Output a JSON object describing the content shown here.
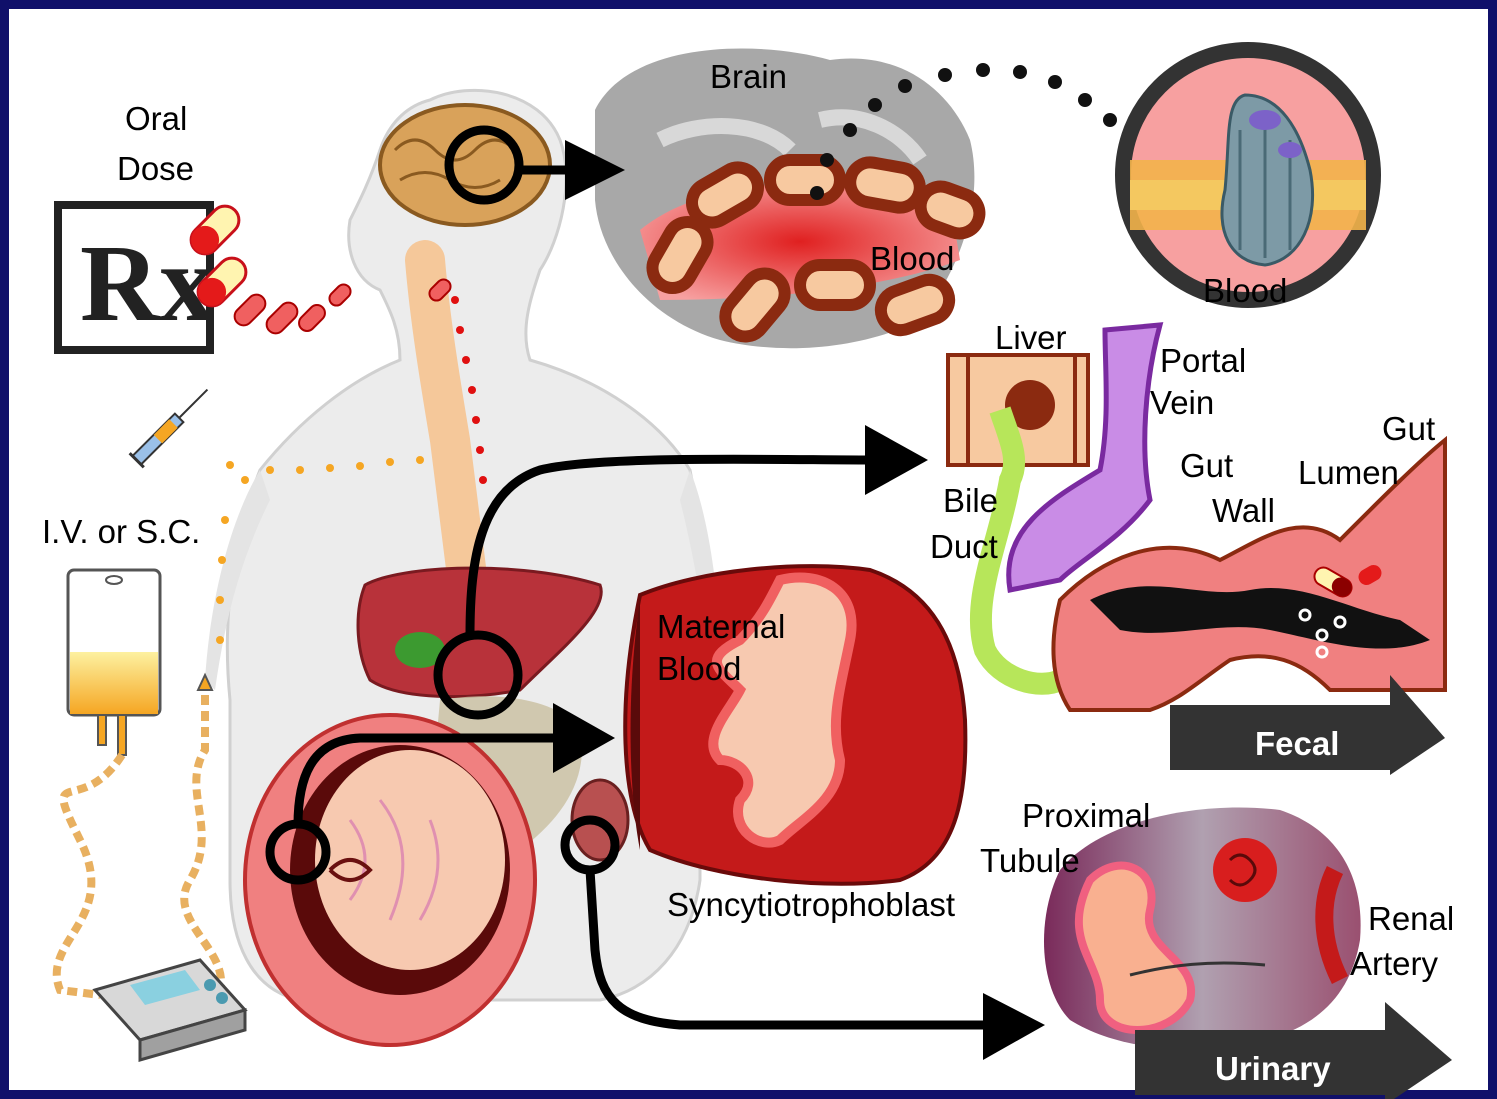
{
  "labels": {
    "oral_line1": "Oral",
    "oral_line2": "Dose",
    "rx": "Rx",
    "iv": "I.V. or S.C.",
    "brain": "Brain",
    "blood_brain": "Blood",
    "blood_cell": "Blood",
    "liver": "Liver",
    "portal_line1": "Portal",
    "portal_line2": "Vein",
    "gut_line1": "Gut",
    "gut_line2": "Wall",
    "lumen_line1": "Gut",
    "lumen_line2": "Lumen",
    "bile_line1": "Bile",
    "bile_line2": "Duct",
    "maternal_line1": "Maternal",
    "maternal_line2": "Blood",
    "syncytio": "Syncytiotrophoblast",
    "proximal_line1": "Proximal",
    "proximal_line2": "Tubule",
    "renal_line1": "Renal",
    "renal_line2": "Artery",
    "fecal": "Fecal",
    "urinary": "Urinary"
  },
  "colors": {
    "border": "#10106a",
    "blood_red": "#d81e1e",
    "dark_red": "#8b1a1a",
    "tissue_tan": "#f7c9a0",
    "portal_purple": "#c98ce6",
    "bile_green": "#b7e65a",
    "arrow_dark": "#333333"
  }
}
